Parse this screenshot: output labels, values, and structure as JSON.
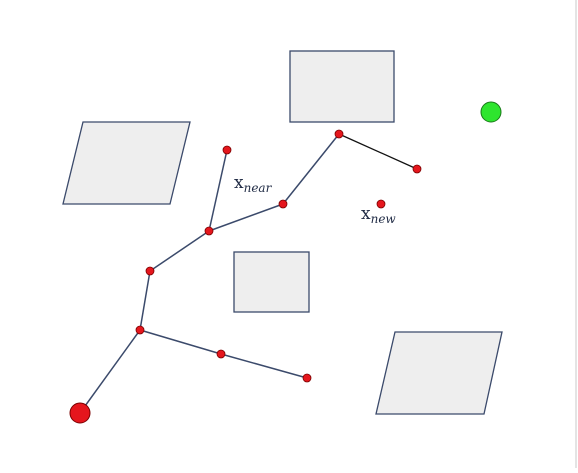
{
  "labels": {
    "x_near_base": "x",
    "x_near_sub": "near",
    "x_new_base": "x",
    "x_new_sub": "new"
  },
  "colors": {
    "obstacle_fill": "#eeeeee",
    "obstacle_stroke": "#3b4a6b",
    "edge": "#3b4a6b",
    "new_edge": "#111111",
    "node": "#e5161d",
    "node_stroke": "#7a0000",
    "start": "#e5161d",
    "goal": "#2ee52e",
    "goal_stroke": "#1a7a1a",
    "right_border": "#c8c8c8"
  }
}
